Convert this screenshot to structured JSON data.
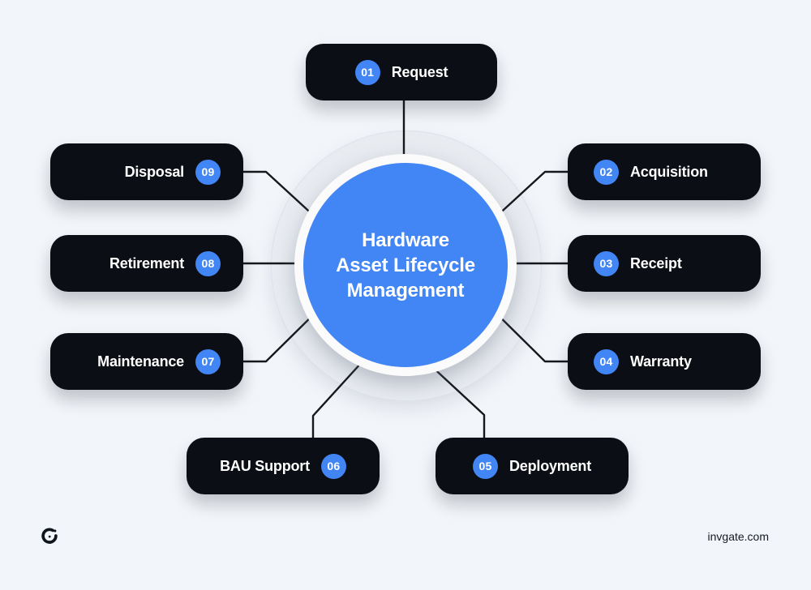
{
  "center": {
    "title_line1": "Hardware",
    "title_line2": "Asset Lifecycle",
    "title_line3": "Management"
  },
  "nodes": [
    {
      "number": "01",
      "label": "Request"
    },
    {
      "number": "02",
      "label": "Acquisition"
    },
    {
      "number": "03",
      "label": "Receipt"
    },
    {
      "number": "04",
      "label": "Warranty"
    },
    {
      "number": "05",
      "label": "Deployment"
    },
    {
      "number": "06",
      "label": "BAU Support"
    },
    {
      "number": "07",
      "label": "Maintenance"
    },
    {
      "number": "08",
      "label": "Retirement"
    },
    {
      "number": "09",
      "label": "Disposal"
    }
  ],
  "footer": {
    "website": "invgate.com",
    "logo_icon": "invgate-logo"
  },
  "colors": {
    "bg": "#F2F5F9",
    "accent": "#4285F4",
    "box": "#0B0E14",
    "halo": "#E8EBF0",
    "line": "#16181C"
  }
}
